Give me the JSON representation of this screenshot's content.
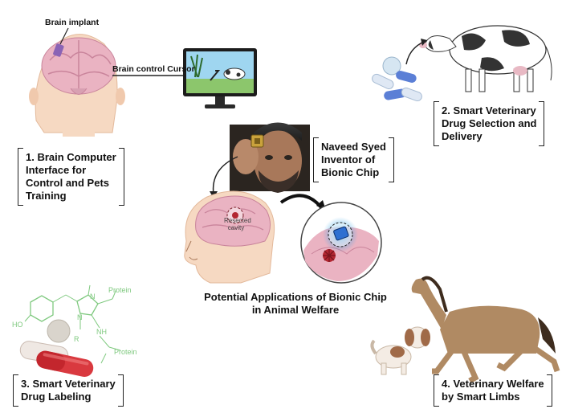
{
  "labels": {
    "brain_implant": "Brain implant",
    "brain_control_cursor": "Brain control Cursor",
    "resected_cavity_1": "Resected",
    "resected_cavity_2": "cavity",
    "protein_top": "Protein",
    "protein_bottom": "Protein",
    "ho": "HO",
    "nh": "NH",
    "n_top": "N",
    "n_bottom": "N",
    "r": "R"
  },
  "boxes": {
    "bci": [
      "1.  Brain Computer",
      "Interface for",
      "Control and Pets",
      "Training"
    ],
    "drug_selection": [
      "2.  Smart Veterinary",
      "Drug Selection and",
      "Delivery"
    ],
    "inventor": [
      "Naveed Syed",
      "Inventor of",
      "Bionic Chip"
    ],
    "labeling": [
      "3. Smart Veterinary",
      "Drug Labeling"
    ],
    "limbs": [
      "4. Veterinary Welfare",
      "by Smart Limbs"
    ]
  },
  "title": [
    "Potential Applications of Bionic Chip",
    "in Animal Welfare"
  ],
  "colors": {
    "skin": "#f6d9c2",
    "brain": "#eab3c2",
    "brain_dark": "#c9849b",
    "implant": "#8a63b5",
    "pill_blue": "#5b7fd6",
    "capsule_red": "#d9393f",
    "horse": "#b08a63",
    "chip_glow": "#3aa8e8",
    "lesion": "#b32631"
  }
}
